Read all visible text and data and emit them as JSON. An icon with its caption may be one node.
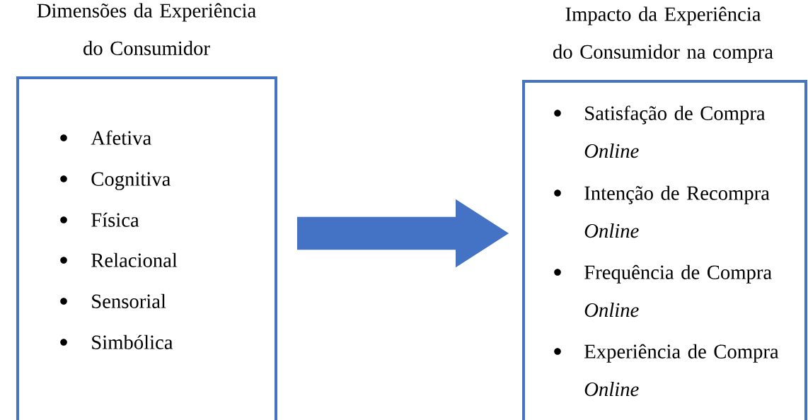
{
  "diagram": {
    "nodes": [
      {
        "text": [
          "Dimensões da Experiência do Consumidor",
          "Afetiva",
          "Cognitiva",
          "Física",
          "Relacional",
          "Sensorial",
          "Simbólica"
        ]
      },
      {
        "text": [
          "Impacto da Experiência do Consumidor na compra",
          "Satisfação de Compra *Online*",
          "Intenção de Recompra *Online*",
          "Frequência de Compra *Online*",
          "Experiência de Compra *Online*"
        ]
      }
    ],
    "edges": [
      {
        "from": 0,
        "to": 1,
        "arrow": "to"
      }
    ]
  }
}
